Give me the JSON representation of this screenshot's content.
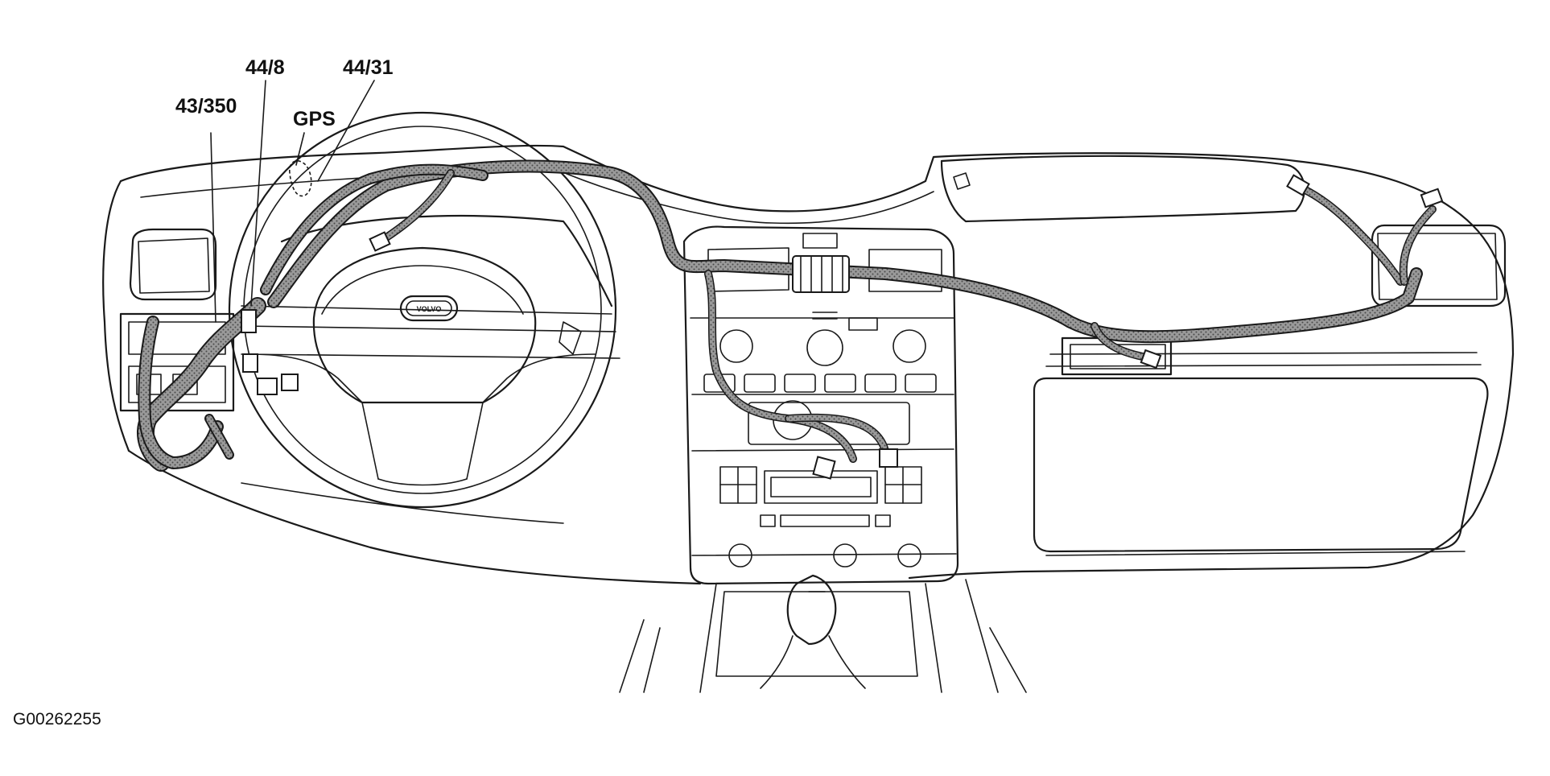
{
  "callouts": {
    "c1": "43/350",
    "c2": "44/8",
    "c3": "44/31",
    "c4": "GPS"
  },
  "figure_id": "G00262255",
  "badge": "VOLVO",
  "colors": {
    "line": "#1a1a1a",
    "harness_fill": "#8a8a8a",
    "background": "#ffffff"
  }
}
